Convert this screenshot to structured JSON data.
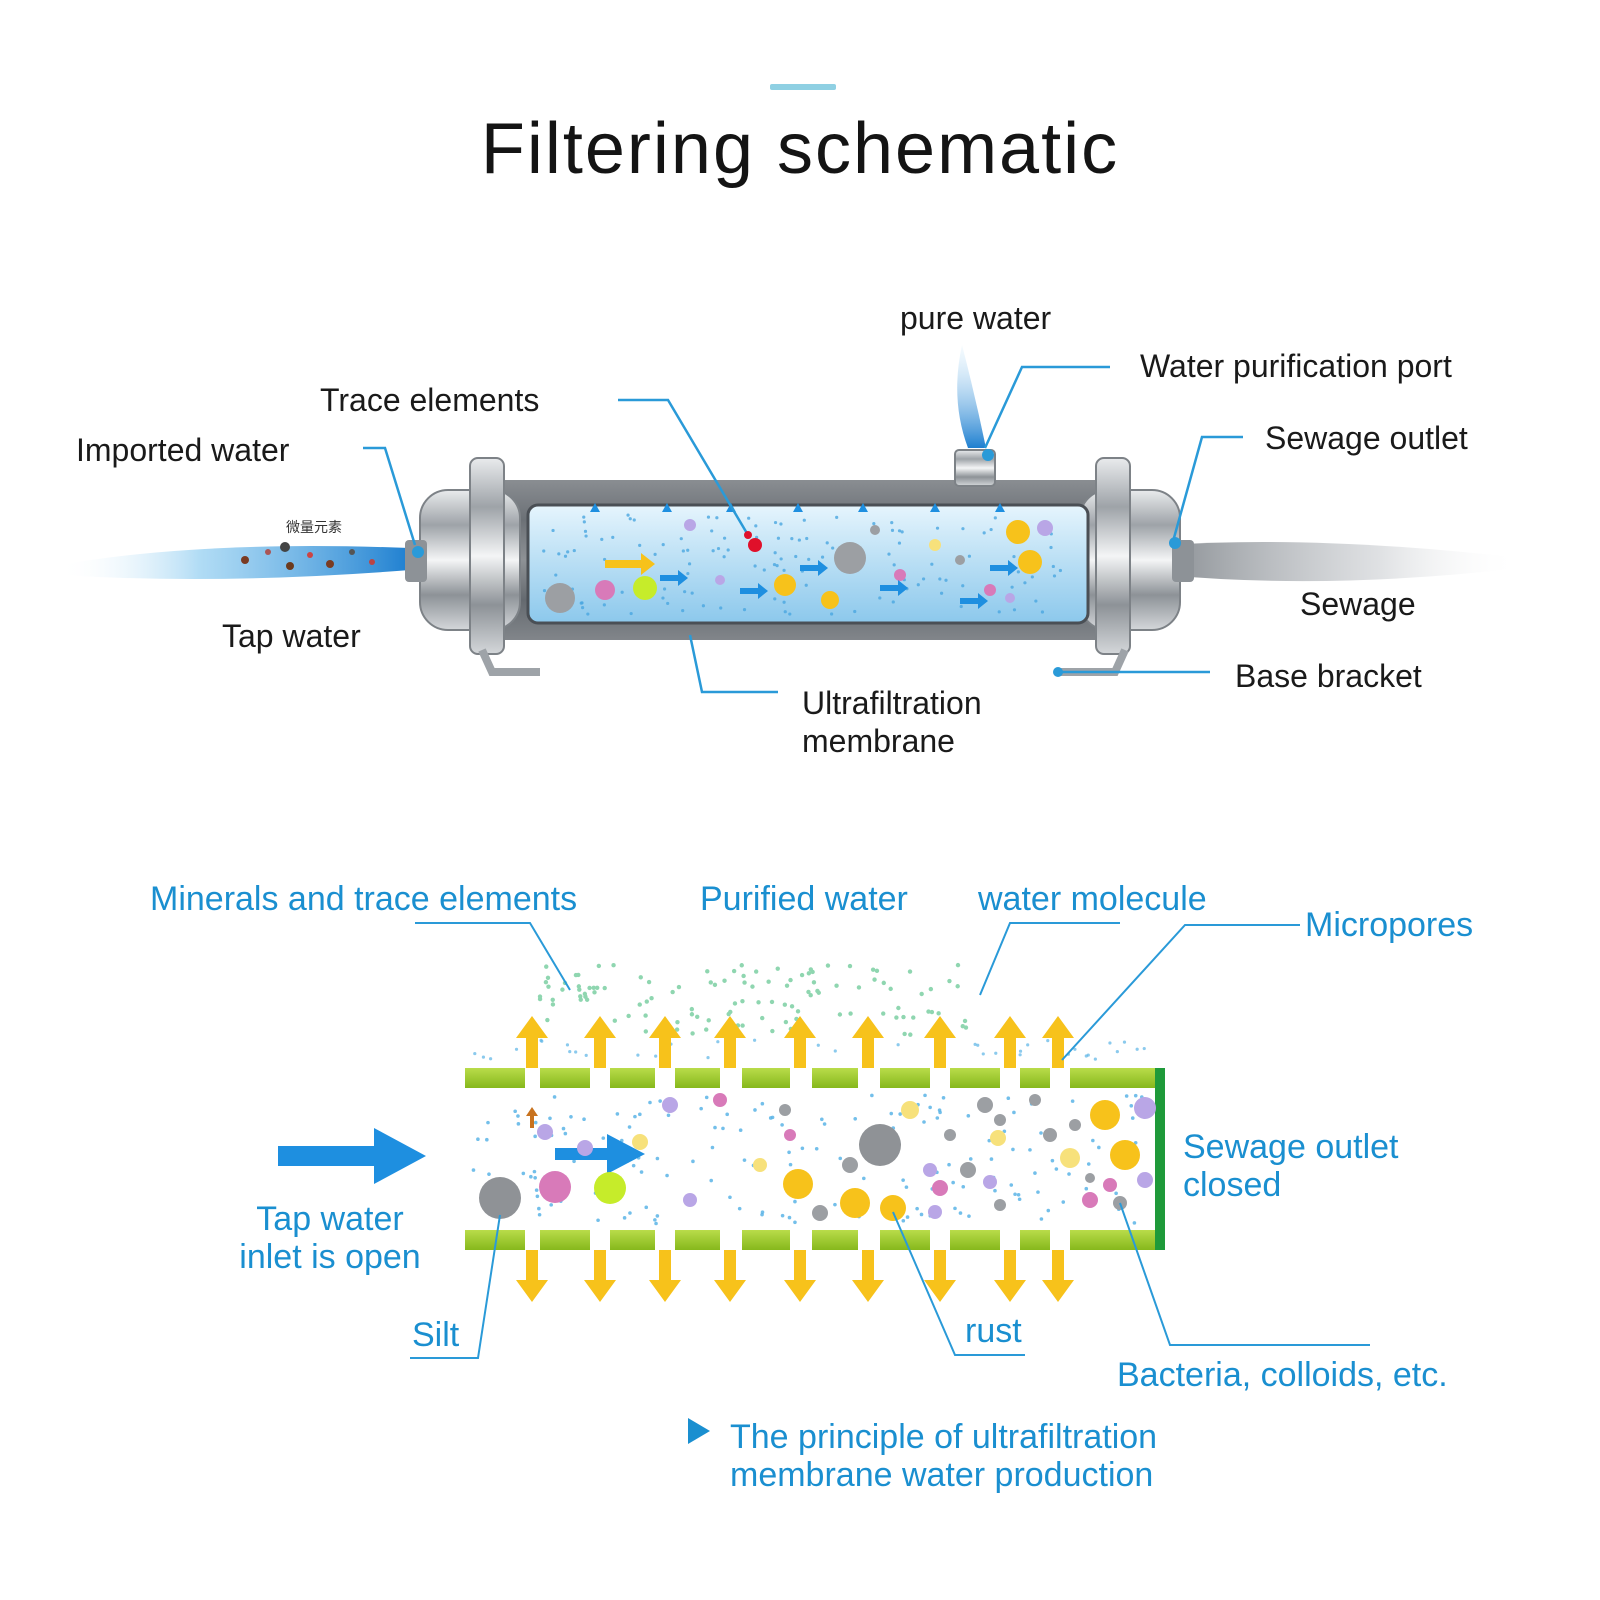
{
  "title": "Filtering schematic",
  "colors": {
    "accent_bar": "#8fd0e3",
    "label_blue": "#1a8fd0",
    "leader_blue": "#2a9ad8",
    "membrane_green": "#9ccc2c",
    "arrow_yellow": "#f7c21b",
    "steel": "#b8bcc0",
    "water": "#bfe2f6"
  },
  "top_diagram": {
    "chinese_tag": "微量元素",
    "labels": {
      "pure_water": "pure water",
      "water_purification_port": "Water purification port",
      "trace_elements": "Trace elements",
      "imported_water": "Imported water",
      "sewage_outlet": "Sewage outlet",
      "tap_water": "Tap water",
      "sewage": "Sewage",
      "base_bracket": "Base bracket",
      "ultrafiltration_membrane_1": "Ultrafiltration",
      "ultrafiltration_membrane_2": "membrane"
    }
  },
  "bottom_diagram": {
    "labels": {
      "minerals": "Minerals and trace elements",
      "purified_water": "Purified water",
      "water_molecule": "water molecule",
      "micropores": "Micropores",
      "sewage_outlet_closed_1": "Sewage outlet",
      "sewage_outlet_closed_2": "closed",
      "tap_inlet_1": "Tap water",
      "tap_inlet_2": "inlet is open",
      "silt": "Silt",
      "rust": "rust",
      "bacteria": "Bacteria, colloids, etc."
    }
  },
  "caption": {
    "line1": "The principle of ultrafiltration",
    "line2": "membrane water production"
  }
}
